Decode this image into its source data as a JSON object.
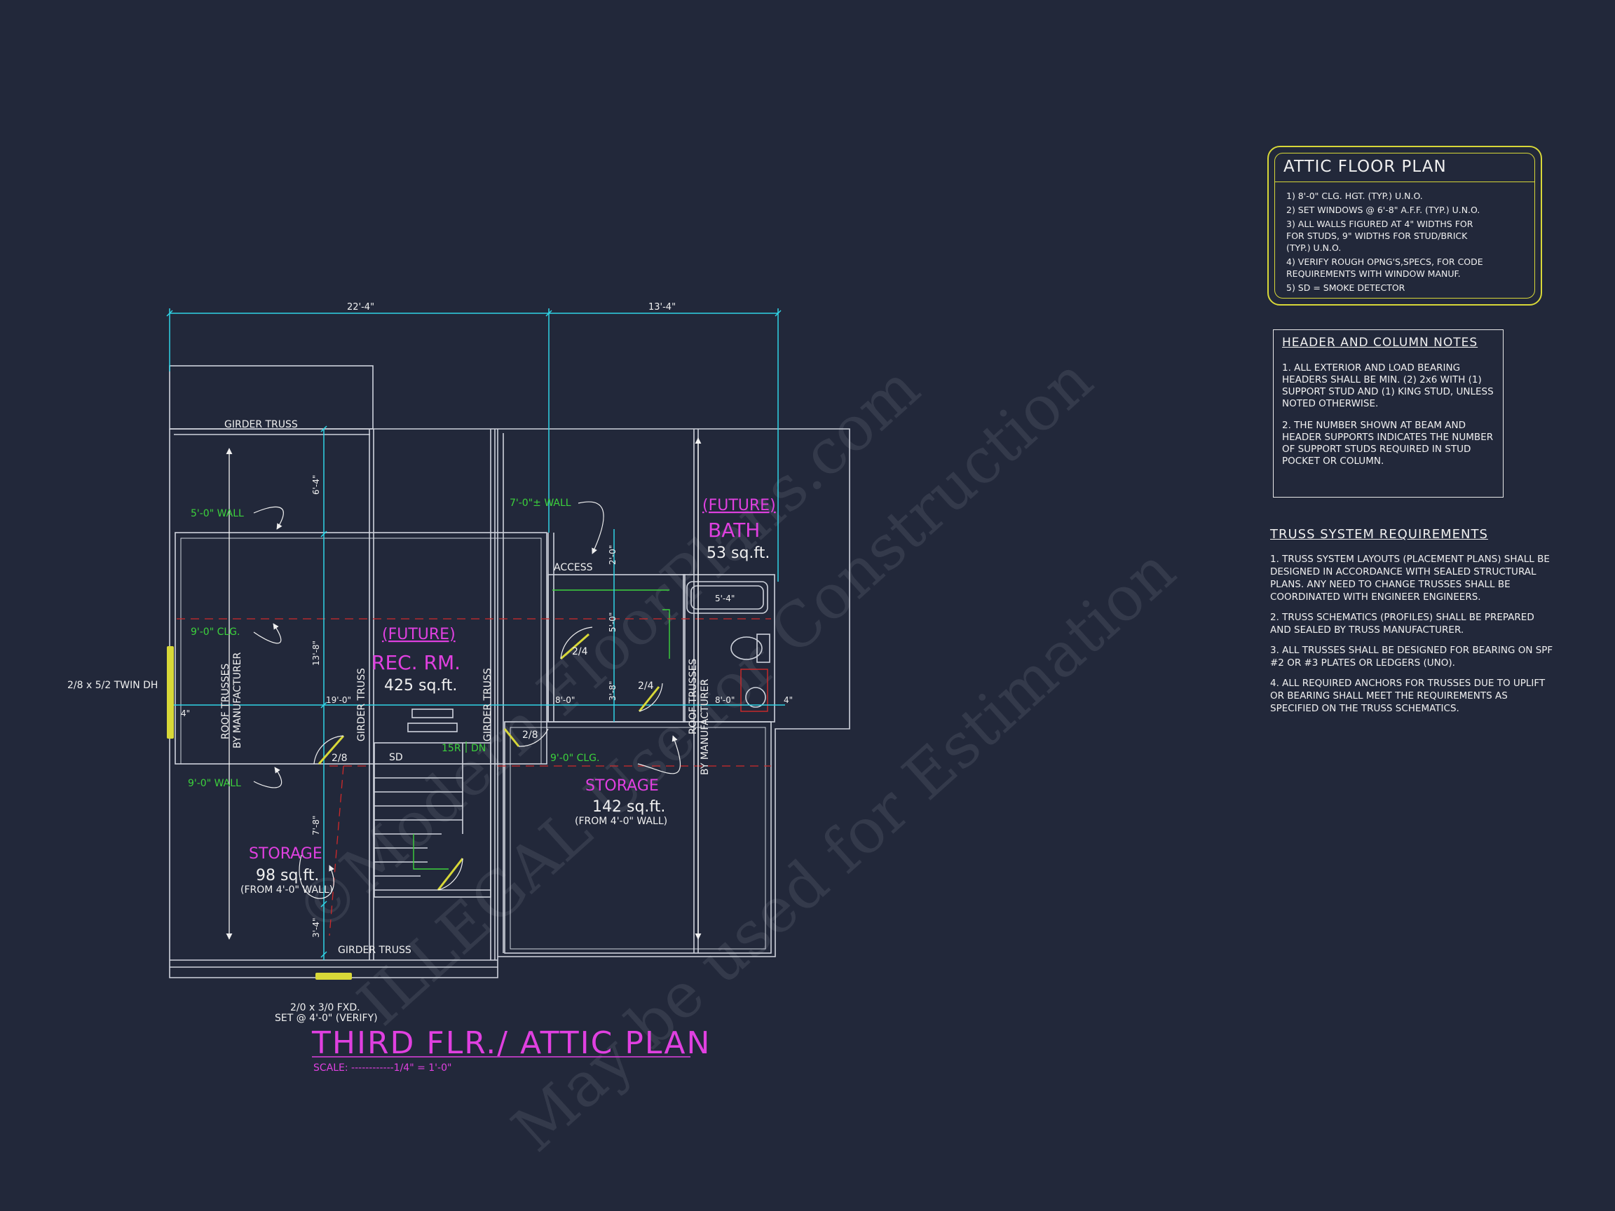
{
  "drawing": {
    "title": "THIRD FLR./ ATTIC PLAN",
    "scale": "SCALE: ------------1/4\" = 1'-0\"",
    "colors": {
      "background": "#22283a",
      "wall": "#cfd3dc",
      "dimension": "#2fd4e6",
      "green": "#3cd23c",
      "magenta": "#e040e0",
      "yellow": "#d8d838",
      "red_dash": "#d02a2a",
      "white": "#f0f0f0"
    }
  },
  "dimensions": {
    "overall_left": "22'-4\"",
    "overall_right": "13'-4\"",
    "d1": "6'-4\"",
    "d2": "13'-8\"",
    "d3": "7'-8\"",
    "d4": "3'-4\"",
    "d5": "2'-0\"",
    "d6": "5'-0\"",
    "d7": "3'-8\"",
    "d8": "19'-0\"",
    "d9": "8'-0\"",
    "d10": "8'-0\"",
    "d11": "5'-4\"",
    "d12": "4\"",
    "d13": "4\""
  },
  "labels": {
    "girder_truss_top": "GIRDER TRUSS",
    "girder_truss_bottom": "GIRDER TRUSS",
    "girder_truss_1": "GIRDER TRUSS",
    "girder_truss_2": "GIRDER TRUSS",
    "roof_trusses_1": "ROOF TRUSSES",
    "roof_trusses_1b": "BY MANUFACTURER",
    "roof_trusses_2": "ROOF TRUSSES",
    "roof_trusses_2b": "BY MANUFACTURER",
    "wall_5": "5'-0\" WALL",
    "wall_7": "7'-0\"± WALL",
    "clg_9": "9'-0\" CLG.",
    "clg_9b": "9'-0\" CLG.",
    "wall_9": "9'-0\" WALL",
    "access": "ACCESS",
    "window_left": "2/8 x 5/2 TWIN DH",
    "window_bottom_1": "2/0 x 3/0 FXD.",
    "window_bottom_2": "SET @ 4'-0\" (VERIFY)",
    "door_24a": "2/4",
    "door_24b": "2/4",
    "door_28a": "2/8",
    "door_28b": "2/8",
    "sd": "SD",
    "stair_15r": "15R",
    "stair_dn": "DN"
  },
  "rooms": {
    "rec_future": "(FUTURE)",
    "rec_name": "REC. RM.",
    "rec_area": "425 sq.ft.",
    "bath_future": "(FUTURE)",
    "bath_name": "BATH",
    "bath_area": "53 sq.ft.",
    "storage_right_name": "STORAGE",
    "storage_right_area": "142 sq.ft.",
    "storage_right_note": "(FROM 4'-0\" WALL)",
    "storage_left_name": "STORAGE",
    "storage_left_area": "98 sq.ft.",
    "storage_left_note": "(FROM 4'-0\" WALL)"
  },
  "attic_notes": {
    "title": "ATTIC FLOOR PLAN",
    "items": [
      "1) 8'-0\"  CLG. HGT. (TYP.) U.N.O.",
      "2) SET WINDOWS @ 6'-8\" A.F.F. (TYP.) U.N.O.",
      "3) ALL WALLS FIGURED AT 4\" WIDTHS FOR\n   FOR STUDS, 9\" WIDTHS FOR STUD/BRICK\n   (TYP.) U.N.O.",
      "4) VERIFY ROUGH OPNG'S,SPECS, FOR CODE\n   REQUIREMENTS WITH WINDOW MANUF.",
      "5) SD = SMOKE DETECTOR"
    ]
  },
  "header_notes": {
    "title": "HEADER AND COLUMN NOTES",
    "items": [
      "1. ALL EXTERIOR AND LOAD BEARING HEADERS SHALL BE MIN. (2) 2x6 WITH (1) SUPPORT STUD AND (1) KING STUD, UNLESS NOTED OTHERWISE.",
      "2. THE NUMBER SHOWN AT BEAM AND HEADER SUPPORTS INDICATES THE NUMBER OF SUPPORT STUDS REQUIRED IN STUD POCKET OR COLUMN."
    ]
  },
  "truss_notes": {
    "title": "TRUSS SYSTEM REQUIREMENTS",
    "items": [
      "1. TRUSS SYSTEM LAYOUTS (PLACEMENT PLANS) SHALL BE DESIGNED IN ACCORDANCE WITH SEALED STRUCTURAL PLANS. ANY NEED TO CHANGE TRUSSES SHALL BE COORDINATED WITH ENGINEER ENGINEERS.",
      "2. TRUSS SCHEMATICS (PROFILES) SHALL BE PREPARED AND SEALED BY TRUSS MANUFACTURER.",
      "3. ALL TRUSSES SHALL BE DESIGNED FOR BEARING ON SPF #2 OR #3 PLATES OR LEDGERS (UNO).",
      "4. ALL REQUIRED ANCHORS FOR TRUSSES DUE TO UPLIFT OR BEARING SHALL MEET THE REQUIREMENTS AS SPECIFIED ON THE TRUSS SCHEMATICS."
    ]
  },
  "watermark": {
    "line1": "©Modern FloorPlans.com",
    "line2": "ILLEGAL Use for Construction",
    "line3": "May be used for Estimation"
  }
}
